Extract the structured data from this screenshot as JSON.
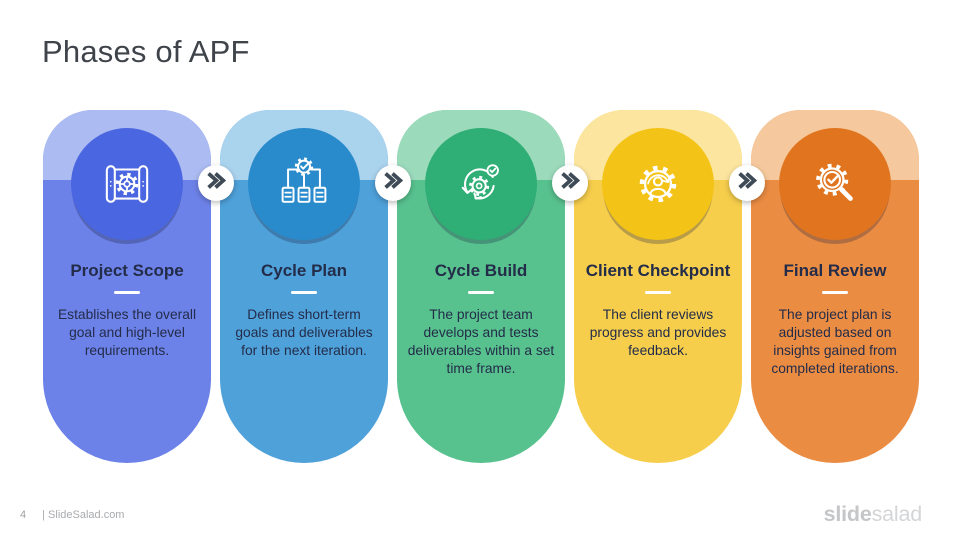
{
  "slide": {
    "title": "Phases of APF"
  },
  "cards": [
    {
      "title": "Project Scope",
      "description": "Establishes the overall goal and high-level requirements.",
      "icon": "blueprint-gear-icon",
      "colors": {
        "body": "#6D82E8",
        "band": "#ACBBF2",
        "circle": "#4A66E0"
      }
    },
    {
      "title": "Cycle Plan",
      "description": "Defines short-term goals and deliverables for the next iteration.",
      "icon": "gear-check-documents-icon",
      "colors": {
        "body": "#4FA1DA",
        "band": "#AAD3EE",
        "circle": "#2A8BCC"
      }
    },
    {
      "title": "Cycle Build",
      "description": "The project team develops and tests deliverables within a set time frame.",
      "icon": "agile-sprint-gear-icon",
      "colors": {
        "body": "#58C28E",
        "band": "#9CDABC",
        "circle": "#2FAE76"
      }
    },
    {
      "title": "Client Checkpoint",
      "description": "The client reviews progress and provides feedback.",
      "icon": "gear-user-sync-icon",
      "colors": {
        "body": "#F7CE4C",
        "band": "#FBE59F",
        "circle": "#F4C318"
      }
    },
    {
      "title": "Final Review",
      "description": "The project plan is adjusted based on insights gained from completed iterations.",
      "icon": "gear-check-magnifier-icon",
      "colors": {
        "body": "#EB8C43",
        "band": "#F5C99D",
        "circle": "#E1751F"
      }
    }
  ],
  "connector": {
    "icon": "double-chevron-right-icon",
    "color": "#3E4A55"
  },
  "footer": {
    "page_number": "4",
    "site": "| SlideSalad.com",
    "brand_bold": "slide",
    "brand_light": "salad"
  }
}
